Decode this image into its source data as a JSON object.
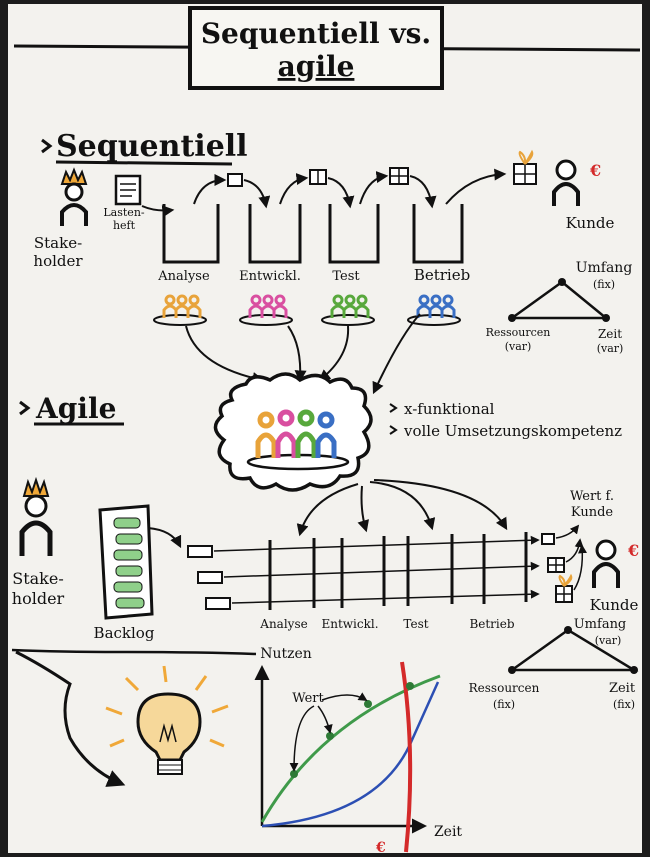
{
  "title_line1": "Sequentiell vs.",
  "title_line2": "agile",
  "sequential": {
    "heading": "Sequentiell",
    "stakeholder_line1": "Stake-",
    "stakeholder_line2": "holder",
    "spec_line1": "Lasten-",
    "spec_line2": "heft",
    "phases": [
      "Analyse",
      "Entwickl.",
      "Test",
      "Betrieb"
    ],
    "customer": "Kunde",
    "euro": "€",
    "triangle": {
      "top_line1": "Umfang",
      "top_line2": "(fix)",
      "left_line1": "Ressourcen",
      "left_line2": "(var)",
      "right_line1": "Zeit",
      "right_line2": "(var)"
    }
  },
  "agile": {
    "heading": "Agile",
    "bullets": [
      "x-funktional",
      "volle Umsetzungskompetenz"
    ],
    "stakeholder_line1": "Stake-",
    "stakeholder_line2": "holder",
    "backlog": "Backlog",
    "phases": [
      "Analyse",
      "Entwickl.",
      "Test",
      "Betrieb"
    ],
    "value_line1": "Wert f.",
    "value_line2": "Kunde",
    "customer": "Kunde",
    "euro": "€",
    "triangle": {
      "top_line1": "Umfang",
      "top_line2": "(var)",
      "left_line1": "Ressourcen",
      "left_line2": "(fix)",
      "right_line1": "Zeit",
      "right_line2": "(fix)"
    }
  },
  "graph": {
    "ylabel": "Nutzen",
    "xlabel": "Zeit",
    "curve_label": "Wert",
    "euro": "€"
  },
  "colors": {
    "team_orange": "#e8a33a",
    "team_pink": "#d94fa0",
    "team_green": "#58a83c",
    "team_blue": "#3a6fc4",
    "euro_red": "#d42a2a",
    "agile_curve": "#3f9a4a",
    "seq_curve": "#2c4fb3",
    "bulb": "#f0a838",
    "backlog_green": "#8fd08a"
  }
}
